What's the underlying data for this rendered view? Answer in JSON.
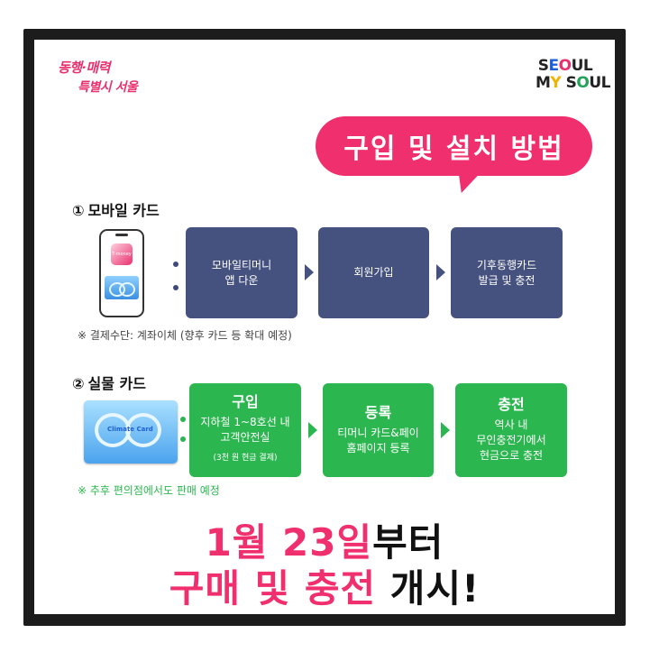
{
  "logos": {
    "left_line1": "동행·매력",
    "left_line2": "특별시 서울",
    "right_row1": [
      "S",
      "E",
      "O",
      "U",
      "L"
    ],
    "right_row2": [
      "M",
      "Y",
      " ",
      "S",
      "O",
      "U",
      "L"
    ]
  },
  "bubble": {
    "title": "구입 및 설치 방법"
  },
  "mobile": {
    "number": "①",
    "title": "모바일 카드",
    "app_label": "T-money",
    "steps": [
      {
        "text_l1": "모바일티머니",
        "text_l2": "앱 다운"
      },
      {
        "text_l1": "회원가입",
        "text_l2": ""
      },
      {
        "text_l1": "기후동행카드",
        "text_l2": "발급 및 충전"
      }
    ],
    "note": "※ 결제수단: 계좌이체 (향후 카드 등 확대 예정)"
  },
  "physical": {
    "number": "②",
    "title": "실물 카드",
    "card_label": "Climate Card",
    "steps": [
      {
        "title": "구입",
        "text_l1": "지하철 1~8호선 내",
        "text_l2": "고객안전실",
        "small": "(3천 원 현금 결제)"
      },
      {
        "title": "등록",
        "text_l1": "티머니 카드&페이",
        "text_l2": "홈페이지 등록",
        "small": ""
      },
      {
        "title": "충전",
        "text_l1": "역사 내",
        "text_l2": "무인충전기에서",
        "text_l3": "현금으로 충전"
      }
    ],
    "note": "※ 추후 편의점에서도 판매 예정"
  },
  "headline": {
    "line1_pink": "1월 23일",
    "line1_black": "부터",
    "line2_pink": "구매 및 충전",
    "line2_black": " 개시!"
  },
  "colors": {
    "pink": "#f0306e",
    "navy": "#45527f",
    "green": "#2cb64f",
    "frame": "#1c1c1c"
  }
}
